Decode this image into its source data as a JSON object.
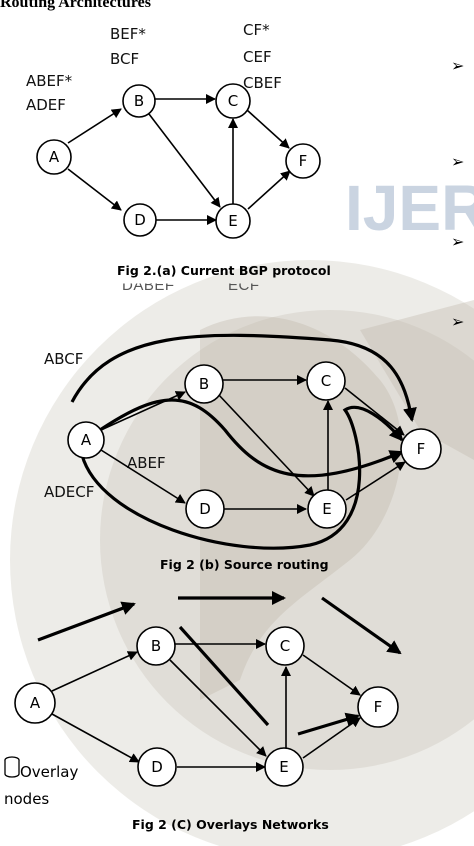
{
  "page": {
    "heading": "Routing Architectures",
    "watermark": "IJER",
    "bullet_glyph": "➢",
    "cut_labels": [
      "DABEF",
      "ECF"
    ]
  },
  "fig_a": {
    "caption": "Fig 2.(a) Current BGP protocol",
    "nodes": [
      "A",
      "B",
      "C",
      "D",
      "E",
      "F"
    ],
    "path_labels": {
      "A": [
        "ABEF*",
        "ADEF"
      ],
      "B": [
        "BEF*",
        "BCF"
      ],
      "C": [
        "CF*",
        "CEF",
        "CBEF"
      ]
    }
  },
  "fig_b": {
    "caption": "Fig 2 (b) Source routing",
    "nodes": [
      "A",
      "B",
      "C",
      "D",
      "E",
      "F"
    ],
    "route_labels": [
      "ABCF",
      "ABEF",
      "ADECF"
    ]
  },
  "fig_c": {
    "caption": "Fig 2 (C)  Overlays Networks",
    "nodes": [
      "A",
      "B",
      "C",
      "D",
      "E",
      "F"
    ],
    "legend": [
      "Overlay",
      "nodes"
    ]
  }
}
